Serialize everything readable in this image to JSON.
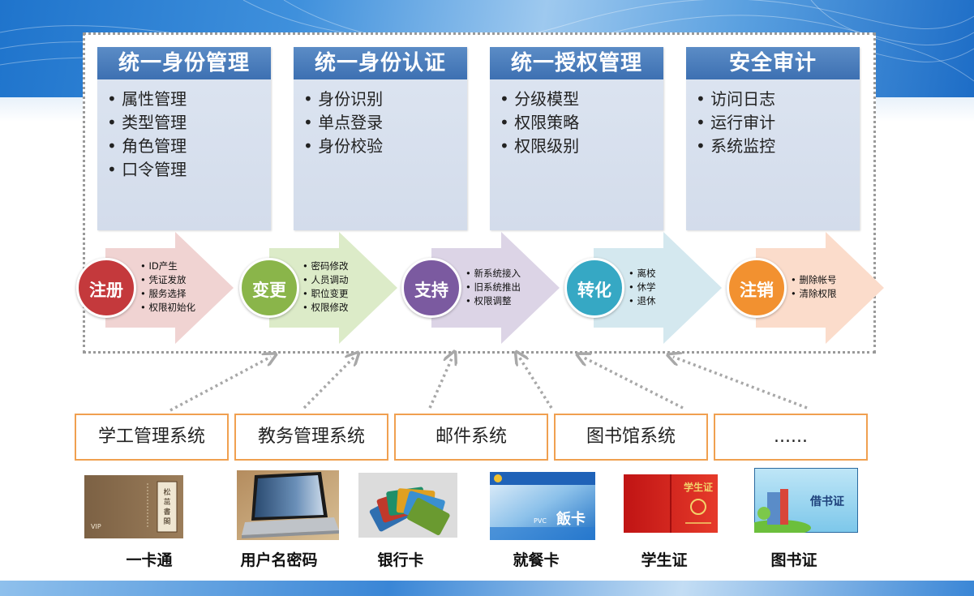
{
  "modules": [
    {
      "title": "统一身份管理",
      "items": [
        "属性管理",
        "类型管理",
        "角色管理",
        "口令管理"
      ]
    },
    {
      "title": "统一身份认证",
      "items": [
        "身份识别",
        "单点登录",
        "身份校验"
      ]
    },
    {
      "title": "统一授权管理",
      "items": [
        "分级模型",
        "权限策略",
        "权限级别"
      ]
    },
    {
      "title": "安全审计",
      "items": [
        "访问日志",
        "运行审计",
        "系统监控"
      ]
    }
  ],
  "stages": [
    {
      "name": "注册",
      "color": "#c4393c",
      "arrow_color": "#f0d3d2",
      "items": [
        "ID产生",
        "凭证发放",
        "服务选择",
        "权限初始化"
      ]
    },
    {
      "name": "变更",
      "color": "#8ab54a",
      "arrow_color": "#dcebc8",
      "items": [
        "密码修改",
        "人员调动",
        "职位变更",
        "权限修改"
      ]
    },
    {
      "name": "支持",
      "color": "#7b5aa0",
      "arrow_color": "#dcd4e6",
      "items": [
        "新系统接入",
        "旧系统推出",
        "权限调整"
      ]
    },
    {
      "name": "转化",
      "color": "#36a8c4",
      "arrow_color": "#d4e8ef",
      "items": [
        "离校",
        "休学",
        "退休"
      ]
    },
    {
      "name": "注销",
      "color": "#f29130",
      "arrow_color": "#fbdccb",
      "items": [
        "删除帐号",
        "清除权限"
      ]
    }
  ],
  "systems": [
    "学工管理系统",
    "教务管理系统",
    "邮件系统",
    "图书馆系统",
    "......"
  ],
  "credentials": [
    {
      "label": "一卡通",
      "icon": "vip-card-image"
    },
    {
      "label": "用户名密码",
      "icon": "laptop-image"
    },
    {
      "label": "银行卡",
      "icon": "bank-cards-image"
    },
    {
      "label": "就餐卡",
      "icon": "meal-card-image",
      "card_text": "飯卡"
    },
    {
      "label": "学生证",
      "icon": "student-id-image",
      "card_text": "学生证"
    },
    {
      "label": "图书证",
      "icon": "library-card-image",
      "card_text": "借书证"
    }
  ],
  "colors": {
    "module_header": "#3d70b2",
    "module_body": "#d6dfed",
    "system_border": "#f0a050",
    "frame": "#9a9a9a"
  }
}
